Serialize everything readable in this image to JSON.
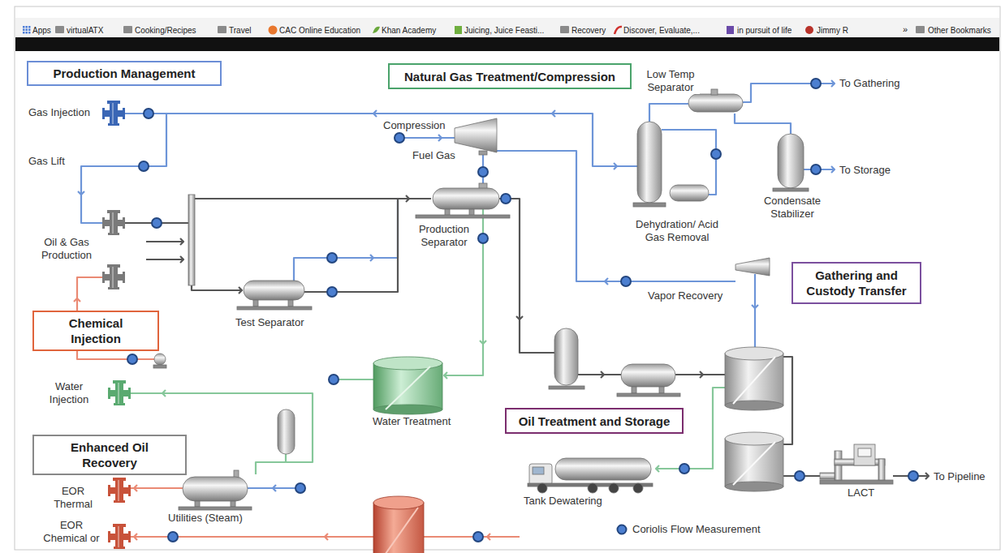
{
  "diagram": {
    "nodes": [
      {
        "text": [
          "Production Management"
        ]
      },
      {
        "text": [
          "Natural Gas Treatment/Compression"
        ]
      },
      {
        "text": [
          "Gathering and Custody Transfer"
        ]
      },
      {
        "text": [
          "Chemical Injection"
        ]
      },
      {
        "text": [
          "Oil Treatment and Storage"
        ]
      },
      {
        "text": [
          "Enhanced Oil Recovery"
        ]
      }
    ],
    "labels": [
      "Apps",
      "virtualATX",
      "Cooking/Recipes",
      "Travel",
      "CAC Online Education",
      "Khan Academy",
      "Juicing, Juice Feasti...",
      "Recovery",
      "Discover, Evaluate,...",
      "in pursuit of life",
      "Jimmy R",
      "»",
      "Other Bookmarks",
      "Gas Injection",
      "Gas Lift",
      "Oil & Gas Production",
      "Water Injection",
      "EOR Thermal",
      "EOR Chemical or",
      "Compression",
      "Fuel Gas",
      "Production Separator",
      "Test Separator",
      "Low Temp Separator",
      "To Gathering",
      "To Storage",
      "Dehydration/ Acid Gas Removal",
      "Condensate Stabilizer",
      "Vapor Recovery",
      "Water Treatment",
      "Tank Dewatering",
      "LACT",
      "To Pipeline",
      "Utilities (Steam)"
    ],
    "legend": [
      {
        "text": "Coriolis Flow Measurement"
      }
    ]
  }
}
